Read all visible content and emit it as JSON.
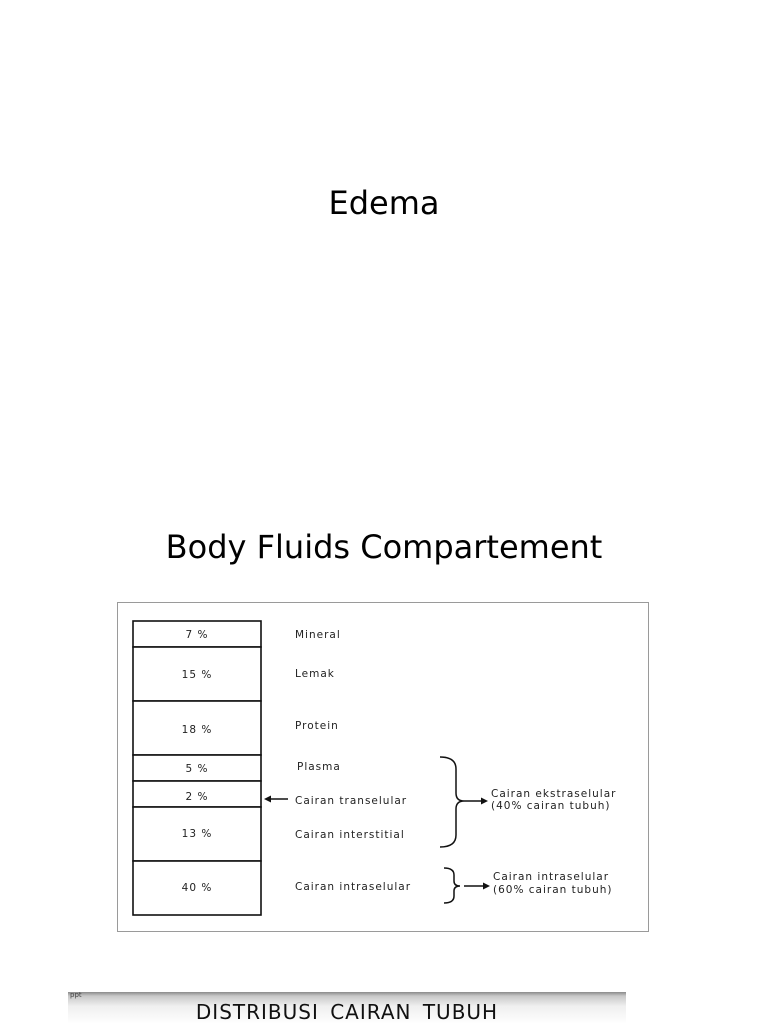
{
  "slide": {
    "title": "Edema",
    "subtitle": "Body Fluids Compartement"
  },
  "diagram": {
    "segments": [
      {
        "percent": "7 %",
        "label": "Mineral",
        "value": 7
      },
      {
        "percent": "15 %",
        "label": "Lemak",
        "value": 15
      },
      {
        "percent": "18 %",
        "label": "Protein",
        "value": 18
      },
      {
        "percent": "5 %",
        "label": "Plasma",
        "value": 5
      },
      {
        "percent": "2 %",
        "label": "Cairan transelular",
        "value": 2
      },
      {
        "percent": "13 %",
        "label": "Cairan interstitial",
        "value": 13
      },
      {
        "percent": "40 %",
        "label": "Cairan intraselular",
        "value": 40
      }
    ],
    "groups": {
      "extracellular": {
        "line1": "Cairan ekstraselular",
        "line2": "(40% cairan tubuh)"
      },
      "intracellular": {
        "line1": "Cairan intraselular",
        "line2": "(60% cairan tubuh)"
      }
    }
  },
  "footer": {
    "caption": "DISTRIBUSI CAIRAN TUBUH",
    "tiny_mark": "ppt"
  }
}
